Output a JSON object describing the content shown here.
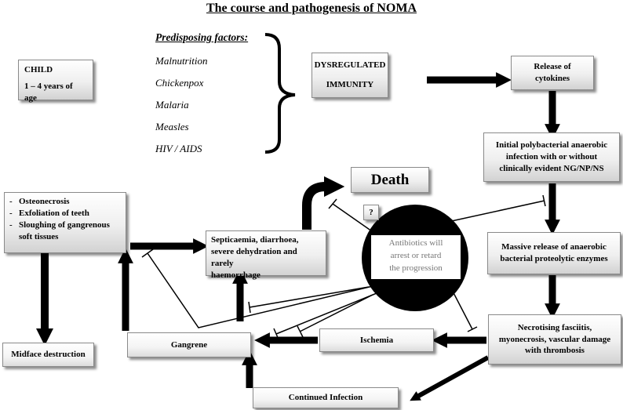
{
  "title": "The course and pathogenesis of NOMA",
  "predisposing": {
    "header": "Predisposing factors:",
    "items": [
      "Malnutrition",
      "Chickenpox",
      "Malaria",
      "Measles",
      "HIV / AIDS"
    ]
  },
  "child": {
    "line1": "CHILD",
    "line2": "1 – 4 years of age"
  },
  "dysregulated": {
    "line1": "DYSREGULATED",
    "line2": "IMMUNITY"
  },
  "cytokines": {
    "line1": "Release of",
    "line2": "cytokines"
  },
  "infection": {
    "line1": "Initial polybacterial anaerobic",
    "line2": "infection with or without",
    "line3": "clinically evident NG/NP/NS"
  },
  "enzymes": {
    "line1": "Massive release of anaerobic",
    "line2": "bacterial proteolytic enzymes"
  },
  "necrotising": {
    "line1": "Necrotising fasciitis,",
    "line2": "myonecrosis, vascular damage",
    "line3": "with thrombosis"
  },
  "ischemia": "Ischemia",
  "gangrene": "Gangrene",
  "continued": "Continued Infection",
  "death": "Death",
  "question": "?",
  "septicaemia": {
    "line1": "Septicaemia, diarrhoea,",
    "line2": "severe dehydration and rarely",
    "line3": "haemorrhage"
  },
  "osteo": {
    "items": [
      "Osteonecrosis",
      "Exfoliation of teeth",
      "Sloughing of gangrenous soft tissues"
    ]
  },
  "midface": "Midface destruction",
  "antibiotics": {
    "line1": "Antibiotics will",
    "line2": "arrest or retard",
    "line3": "the progression"
  }
}
